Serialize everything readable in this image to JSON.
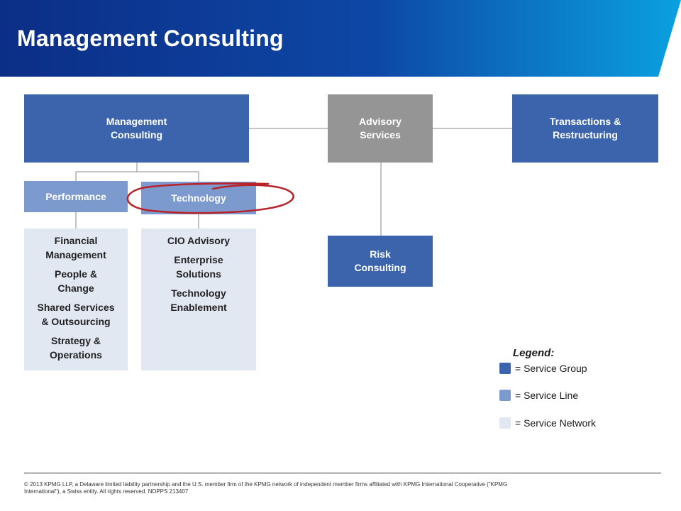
{
  "header": {
    "title": "Management Consulting",
    "colors": {
      "left": "#0c2e86",
      "right": "#0aa1e0"
    }
  },
  "boxes": {
    "management_consulting": "Management\nConsulting",
    "advisory_services": "Advisory\nServices",
    "transactions_restructuring": "Transactions &\nRestructuring",
    "risk_consulting": "Risk\nConsulting",
    "performance": "Performance",
    "technology": "Technology"
  },
  "networks": {
    "performance": [
      "Financial\nManagement",
      "People &\nChange",
      "Shared Services\n& Outsourcing",
      "Strategy &\nOperations"
    ],
    "technology": [
      "CIO Advisory",
      "Enterprise\nSolutions",
      "Technology\nEnablement"
    ]
  },
  "legend": {
    "title": "Legend:",
    "items": [
      {
        "label": "= Service Group",
        "color": "#3c64ac"
      },
      {
        "label": "= Service Line",
        "color": "#7d9ace"
      },
      {
        "label": "= Service Network",
        "color": "#e2e8f2"
      }
    ]
  },
  "annotation_color": "#b8232a",
  "footer": {
    "text": "© 2013 KPMG LLP, a Delaware limited liability partnership and the U.S. member firm of the KPMG network of independent member firms affiliated with KPMG International Cooperative (\"KPMG International\"), a Swiss entity. All rights reserved. NDPPS 213407"
  }
}
